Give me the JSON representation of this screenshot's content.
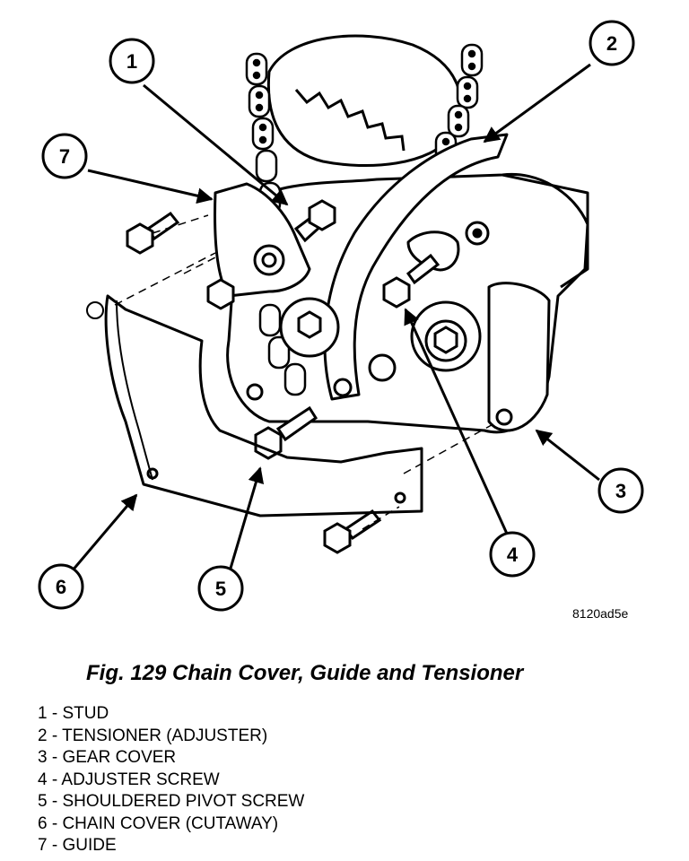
{
  "figure": {
    "image_code": "8120ad5e",
    "caption": "Fig. 129 Chain Cover, Guide and Tensioner",
    "callouts": [
      "1",
      "2",
      "3",
      "4",
      "5",
      "6",
      "7"
    ]
  },
  "legend": [
    "1 - STUD",
    "2 - TENSIONER (ADJUSTER)",
    "3 - GEAR COVER",
    "4 - ADJUSTER SCREW",
    "5 - SHOULDERED PIVOT SCREW",
    "6 - CHAIN COVER (CUTAWAY)",
    "7 - GUIDE"
  ]
}
